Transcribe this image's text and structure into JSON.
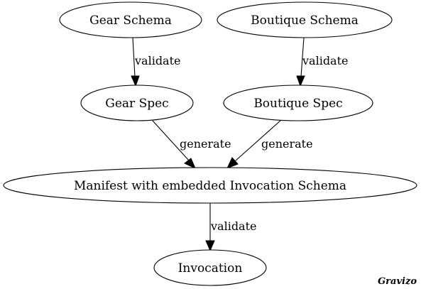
{
  "nodes": {
    "gear_schema": "Gear Schema",
    "boutique_schema": "Boutique Schema",
    "gear_spec": "Gear Spec",
    "boutique_spec": "Boutique Spec",
    "manifest": "Manifest with embedded Invocation Schema",
    "invocation": "Invocation"
  },
  "edges": {
    "gear_schema_to_gear_spec": "validate",
    "boutique_schema_to_boutique_spec": "validate",
    "gear_spec_to_manifest": "generate",
    "boutique_spec_to_manifest": "generate",
    "manifest_to_invocation": "validate"
  },
  "watermark": "Gravizo"
}
